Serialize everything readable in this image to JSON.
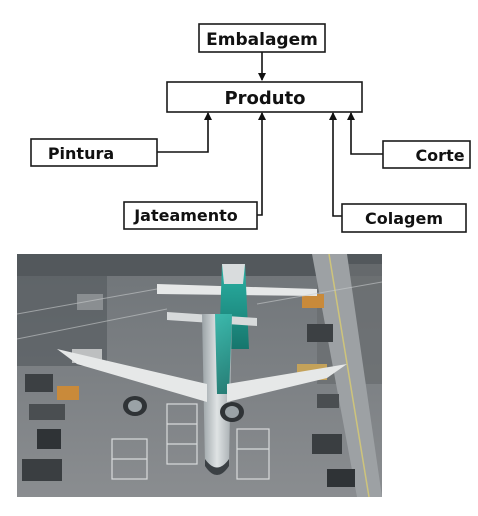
{
  "diagram": {
    "nodes": {
      "embalagem": "Embalagem",
      "produto": "Produto",
      "pintura": "Pintura",
      "corte": "Corte",
      "jateamento": "Jateamento",
      "colagem": "Colagem"
    }
  },
  "photo": {
    "subject": "aircraft-assembly-hangar",
    "colors": {
      "floor": "#7d8084",
      "fuselage": "#c9ced0",
      "accent_teal": "#1f9d91",
      "wing": "#e6e8e8"
    }
  }
}
